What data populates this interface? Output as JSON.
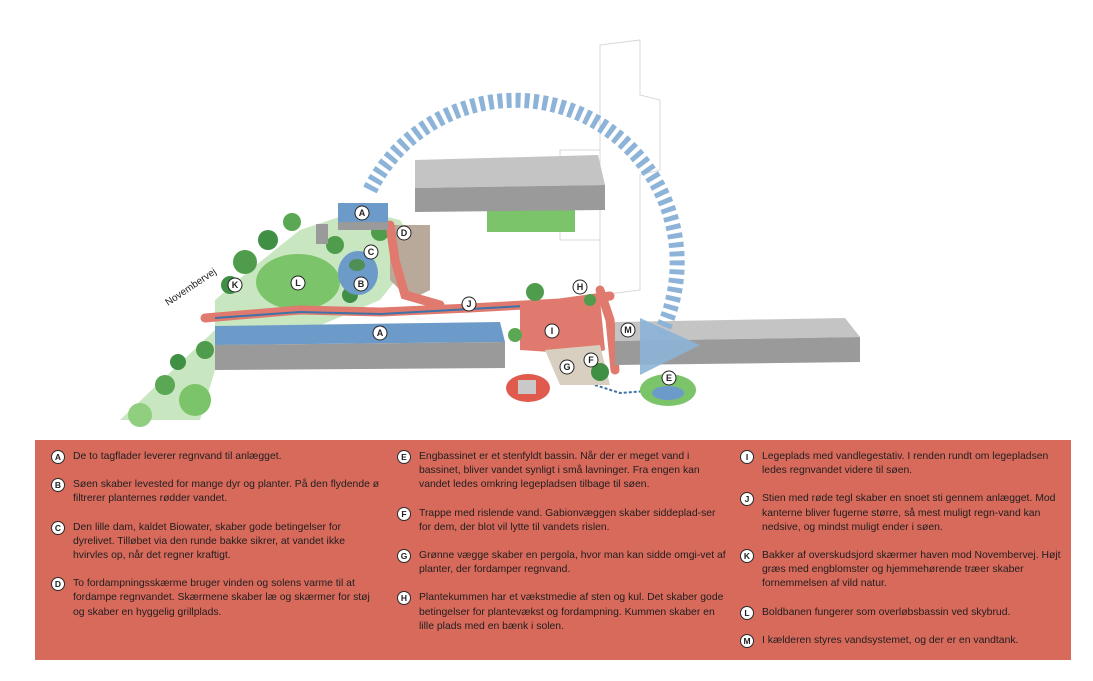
{
  "map": {
    "road_label": "Novembervej",
    "markers": [
      "A",
      "A",
      "B",
      "C",
      "D",
      "E",
      "F",
      "G",
      "H",
      "I",
      "J",
      "K",
      "L",
      "M"
    ]
  },
  "legend": {
    "items": [
      {
        "letter": "A",
        "text": "De to tagflader leverer regnvand til anlægget."
      },
      {
        "letter": "B",
        "text": "Søen skaber levested for mange dyr og planter. På den flydende ø filtrerer planternes rødder vandet."
      },
      {
        "letter": "C",
        "text": "Den lille dam, kaldet Biowater, skaber gode betingelser for dyrelivet. Tilløbet via den runde bakke sikrer, at vandet ikke hvirvles op, når det regner kraftigt."
      },
      {
        "letter": "D",
        "text": "To fordampningsskærme bruger vinden og solens varme til at fordampe regnvandet. Skærmene skaber læ og skærmer for støj og skaber en hyggelig grillplads."
      },
      {
        "letter": "E",
        "text": "Engbassinet er et stenfyldt bassin. Når der er meget vand i bassinet, bliver vandet synligt i små lavninger. Fra engen kan vandet ledes omkring legepladsen tilbage til søen."
      },
      {
        "letter": "F",
        "text": "Trappe med rislende vand. Gabionvæggen skaber siddeplad-ser for dem, der blot vil lytte til vandets rislen."
      },
      {
        "letter": "G",
        "text": "Grønne vægge skaber en pergola, hvor man kan sidde omgi-vet af planter, der fordamper regnvand."
      },
      {
        "letter": "H",
        "text": "Plantekummen har et vækstmedie af sten og kul. Det skaber gode betingelser for plantevækst og fordampning. Kummen skaber en lille plads med en bænk i solen."
      },
      {
        "letter": "I",
        "text": "Legeplads med vandlegestativ. I renden rundt om legepladsen ledes regnvandet videre til søen."
      },
      {
        "letter": "J",
        "text": "Stien med røde tegl skaber en snoet sti gennem anlægget. Mod kanterne bliver fugerne større, så mest muligt regn-vand kan nedsive, og mindst muligt ender i søen."
      },
      {
        "letter": "K",
        "text": "Bakker af overskudsjord skærmer haven mod Novembervej. Højt græs med engblomster og hjemmehørende træer skaber fornemmelsen af vild natur."
      },
      {
        "letter": "L",
        "text": "Boldbanen fungerer som overløbsbassin ved skybrud."
      },
      {
        "letter": "M",
        "text": "I kælderen styres vandsystemet, og der er en vandtank."
      }
    ]
  }
}
